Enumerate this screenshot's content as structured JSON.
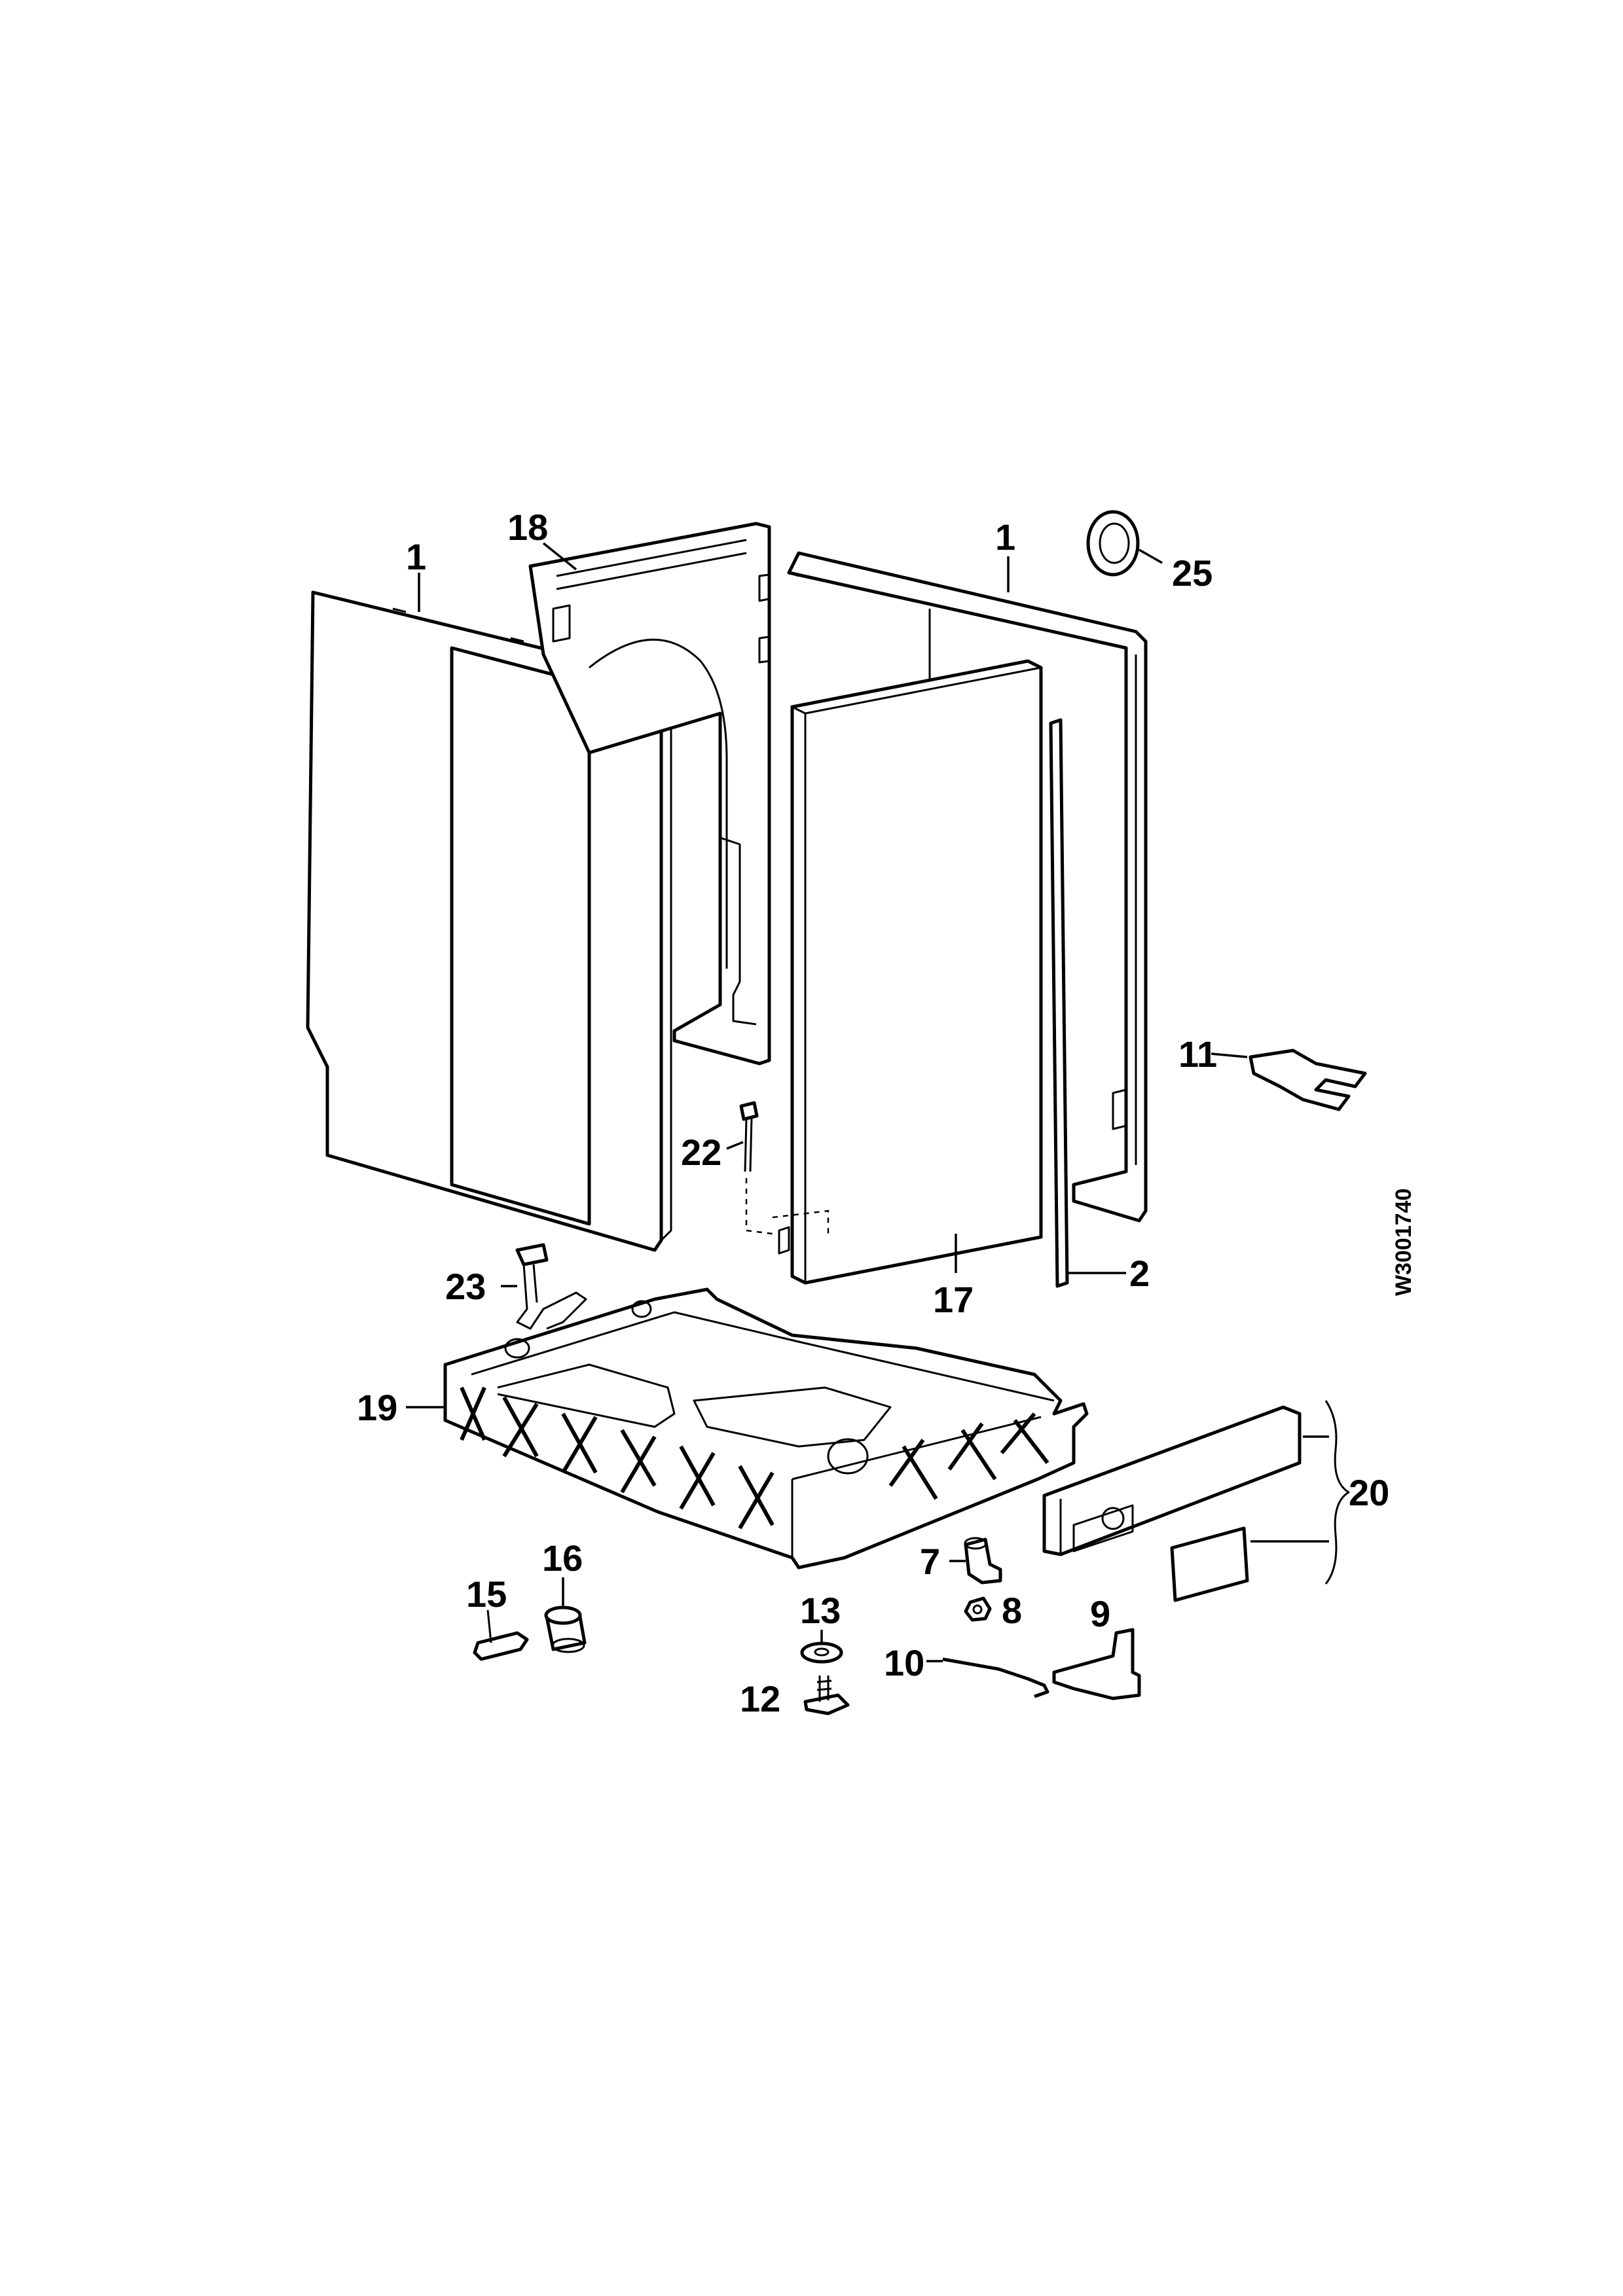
{
  "drawing_code": "W3001740",
  "callouts": {
    "c1_left": "1",
    "c18": "18",
    "c1_right": "1",
    "c25": "25",
    "c11": "11",
    "c22": "22",
    "c17": "17",
    "c2": "2",
    "c23": "23",
    "c19": "19",
    "c20": "20",
    "c7": "7",
    "c8": "8",
    "c9": "9",
    "c10": "10",
    "c13": "13",
    "c12": "12",
    "c15": "15",
    "c16": "16"
  }
}
